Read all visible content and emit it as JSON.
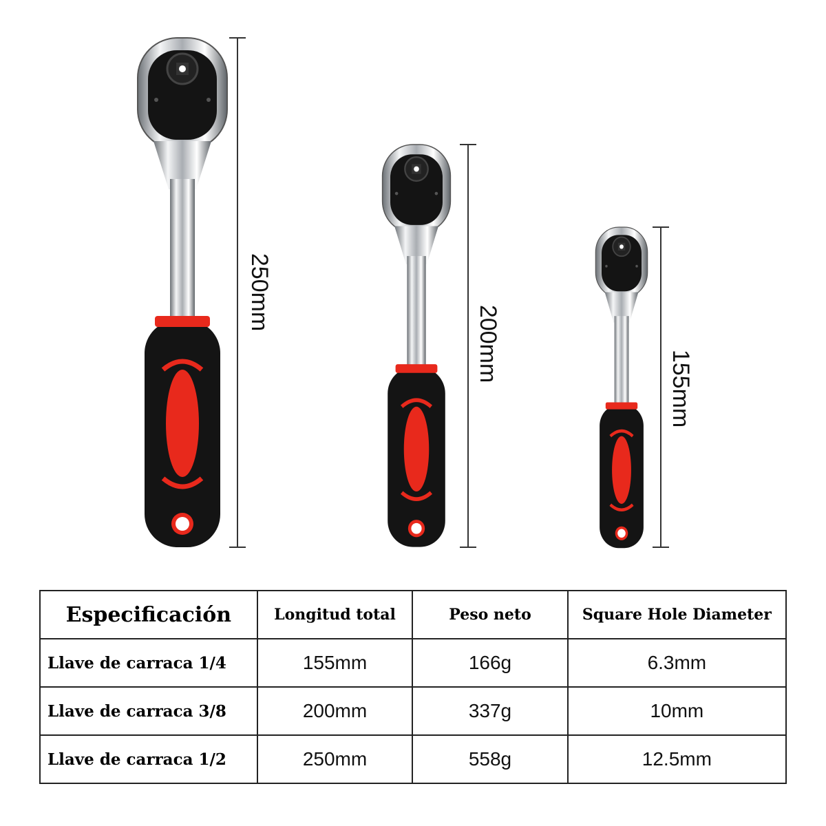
{
  "dimensions": [
    "250mm",
    "200mm",
    "155mm"
  ],
  "colors": {
    "accent_red": "#e8291c",
    "grip_black": "#141414",
    "chrome": "#c9ccd0"
  },
  "table": {
    "headers": [
      "Especificación",
      "Longitud total",
      "Peso neto",
      "Square Hole Diameter"
    ],
    "rows": [
      [
        "Llave de carraca 1/4",
        "155mm",
        "166g",
        "6.3mm"
      ],
      [
        "Llave de carraca 3/8",
        "200mm",
        "337g",
        "10mm"
      ],
      [
        "Llave de carraca 1/2",
        "250mm",
        "558g",
        "12.5mm"
      ]
    ]
  }
}
